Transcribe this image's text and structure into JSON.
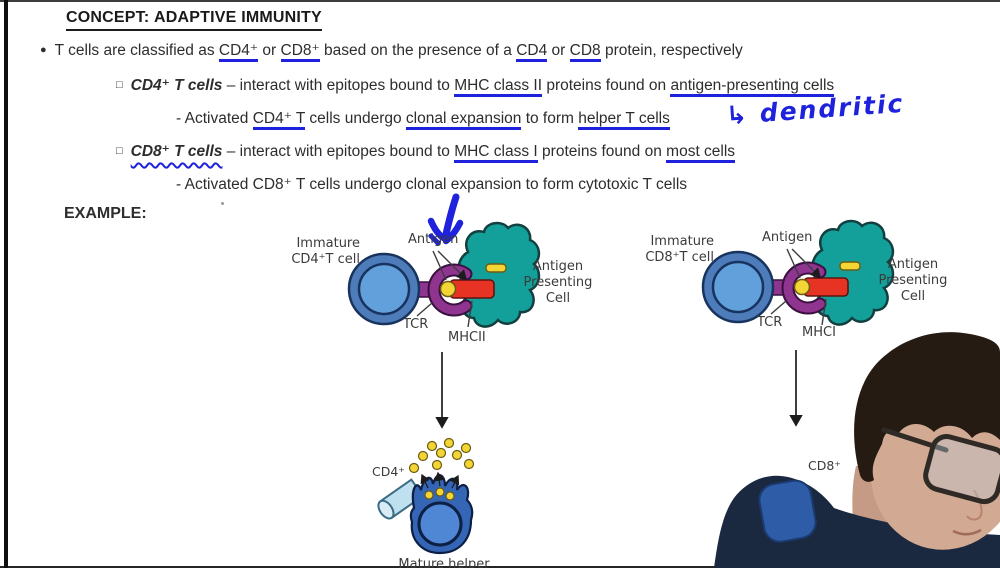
{
  "header": {
    "label": "CONCEPT:",
    "title": "ADAPTIVE IMMUNITY"
  },
  "bullet": {
    "marker": "●",
    "t0": "T cells are classified as ",
    "t1": "CD4⁺",
    "t2": " or ",
    "t3": "CD8⁺",
    "t4": " based on the presence of a ",
    "t5": "CD4",
    "t6": " or ",
    "t7": "CD8",
    "t8": " protein, respectively"
  },
  "cd4_line": {
    "marker": "□",
    "term": "CD4⁺ T cells",
    "t0": " – interact with epitopes bound to ",
    "t1": "MHC class II",
    "t2": " proteins found on ",
    "t3": "antigen-presenting cells"
  },
  "cd4_sub": {
    "t0": "- Activated ",
    "t1": "CD4⁺ T",
    "t2": " cells undergo ",
    "t3": "clonal expansion",
    "t4": " to form ",
    "t5": "helper T cells"
  },
  "annotation": {
    "arrow": "↳",
    "word": "dendritic"
  },
  "cd8_line": {
    "marker": "□",
    "term": "CD8⁺ T cells",
    "t0": " – interact with epitopes bound to ",
    "t1": "MHC class I",
    "t2": " proteins found on ",
    "t3": "most cells"
  },
  "cd8_sub": {
    "t0": "- Activated CD8⁺ T cells undergo clonal expansion to form cytotoxic T cells"
  },
  "example_label": "EXAMPLE:",
  "diagram_cd4": {
    "immature1": "Immature",
    "immature2": "CD4⁺T cell",
    "antigen": "Antigen",
    "tcr": "TCR",
    "mhc": "MHCII",
    "apc1": "Antigen",
    "apc2": "Presenting",
    "apc3": "Cell",
    "mature_cd": "CD4⁺",
    "mature_caption": "Mature helper"
  },
  "diagram_cd8": {
    "immature1": "Immature",
    "immature2": "CD8⁺T cell",
    "antigen": "Antigen",
    "tcr": "TCR",
    "mhc": "MHCI",
    "apc1": "Antigen",
    "apc2": "Presenting",
    "apc3": "Cell",
    "mature_cd": "CD8⁺"
  },
  "colors": {
    "ink_blue": "#1e22dd",
    "tcell_outer": "#4e7cba",
    "tcell_inner": "#62a0dc",
    "tcell_outline": "#17335e",
    "tcr_purple": "#8f3590",
    "mhc_red": "#e63324",
    "antigen_yellow": "#f3d636",
    "apc_teal": "#14a09a",
    "mature_blue": "#3565b5",
    "cylinder_blue": "#bfe0ef"
  }
}
